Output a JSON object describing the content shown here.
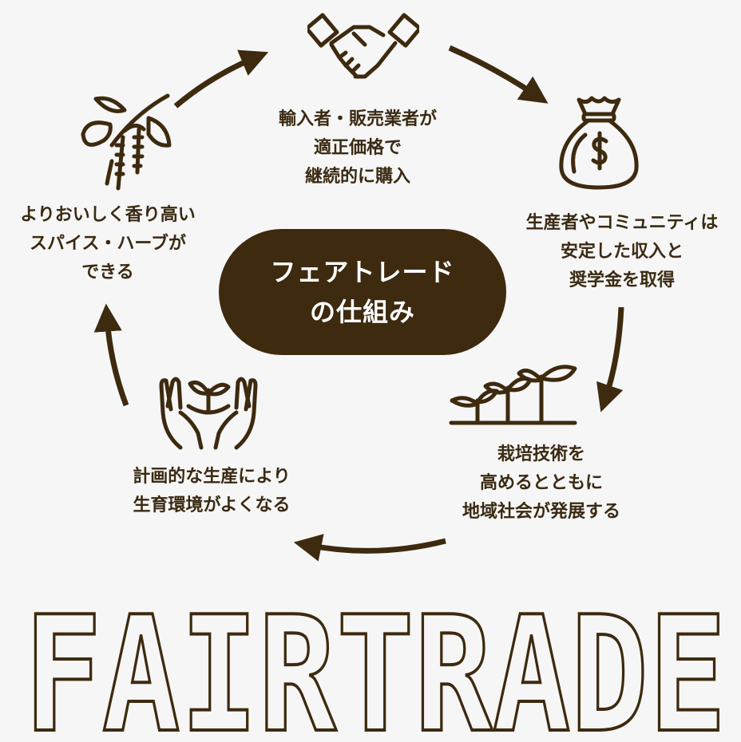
{
  "colors": {
    "brown": "#3d2a0f",
    "text": "#3a2a12",
    "background": "#f6f6f6",
    "white": "#ffffff"
  },
  "center": {
    "line1": "フェアトレード",
    "line2": "の仕組み"
  },
  "steps": [
    {
      "icon": "handshake-icon",
      "lines": [
        "輸入者・販売業者が",
        "適正価格で",
        "継続的に購入"
      ]
    },
    {
      "icon": "money-bag-icon",
      "lines": [
        "生産者やコミュニティは",
        "安定した収入と",
        "奨学金を取得"
      ]
    },
    {
      "icon": "seedlings-icon",
      "lines": [
        "栽培技術を",
        "高めるとともに",
        "地域社会が発展する"
      ]
    },
    {
      "icon": "hands-sprout-icon",
      "lines": [
        "計画的な生産により",
        "生育環境がよくなる"
      ]
    },
    {
      "icon": "pepper-plant-icon",
      "lines": [
        "よりおいしく香り高い",
        "スパイス・ハーブが",
        "できる"
      ]
    }
  ],
  "brand": {
    "text": "FAIRTRADE"
  }
}
